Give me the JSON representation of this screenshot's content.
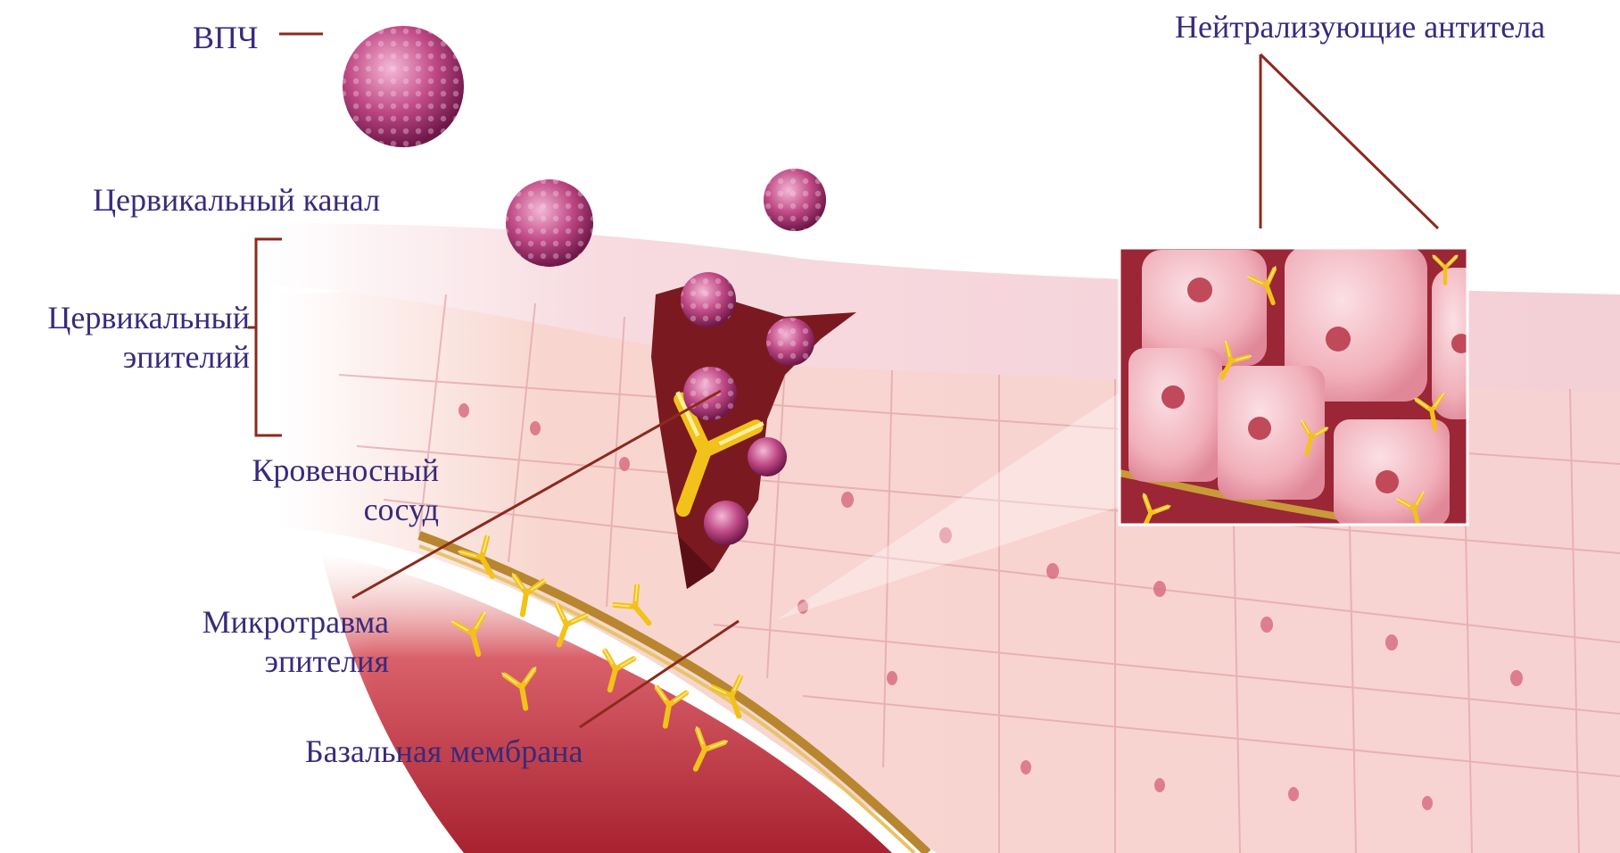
{
  "labels": {
    "hpv": "ВПЧ",
    "cervical_canal": "Цервикальный канал",
    "cervical_epithelium_line1": "Цервикальный",
    "cervical_epithelium_line2": "эпителий",
    "blood_vessel_line1": "Кровеносный",
    "blood_vessel_line2": "сосуд",
    "microtrauma_line1": "Микротравма",
    "microtrauma_line2": "эпителия",
    "basal_membrane": "Базальная мембрана",
    "neutralizing_antibodies": "Нейтрализующие антитела"
  },
  "colors": {
    "label_text": "#3a2a7a",
    "leader_line": "#8b2a1e",
    "tissue_pink": "#f6c9c6",
    "wound": "#7a1a20",
    "virus": "#b5437a",
    "antibody": "#f2c21a",
    "blood": "#c0303a"
  }
}
